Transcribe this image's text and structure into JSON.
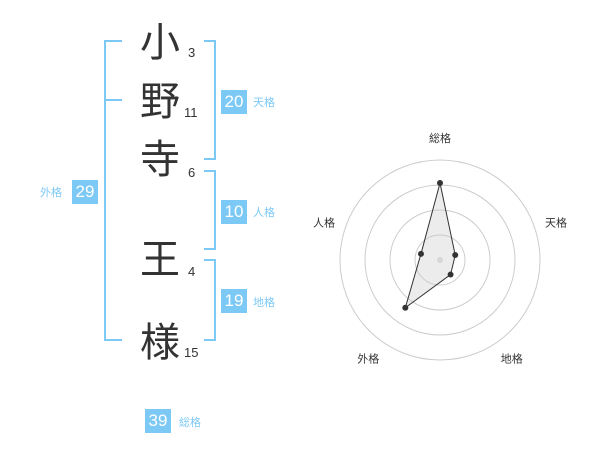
{
  "name_chars": [
    {
      "char": "小",
      "strokes": "3"
    },
    {
      "char": "野",
      "strokes": "11"
    },
    {
      "char": "寺",
      "strokes": "6"
    },
    {
      "char": "王",
      "strokes": "4"
    },
    {
      "char": "様",
      "strokes": "15"
    }
  ],
  "kakusu": {
    "tenkaku": {
      "value": "20",
      "label": "天格"
    },
    "jinkaku": {
      "value": "10",
      "label": "人格"
    },
    "chikaku": {
      "value": "19",
      "label": "地格"
    },
    "gaikaku": {
      "value": "29",
      "label": "外格"
    },
    "soukaku": {
      "value": "39",
      "label": "総格"
    }
  },
  "colors": {
    "accent": "#7dc9f5",
    "text": "#333333",
    "grid": "#cccccc"
  },
  "chart_data": {
    "type": "radar",
    "axes": [
      "総格",
      "天格",
      "地格",
      "外格",
      "人格"
    ],
    "values": [
      0.77,
      0.16,
      0.18,
      0.59,
      0.2
    ],
    "max": 1
  }
}
